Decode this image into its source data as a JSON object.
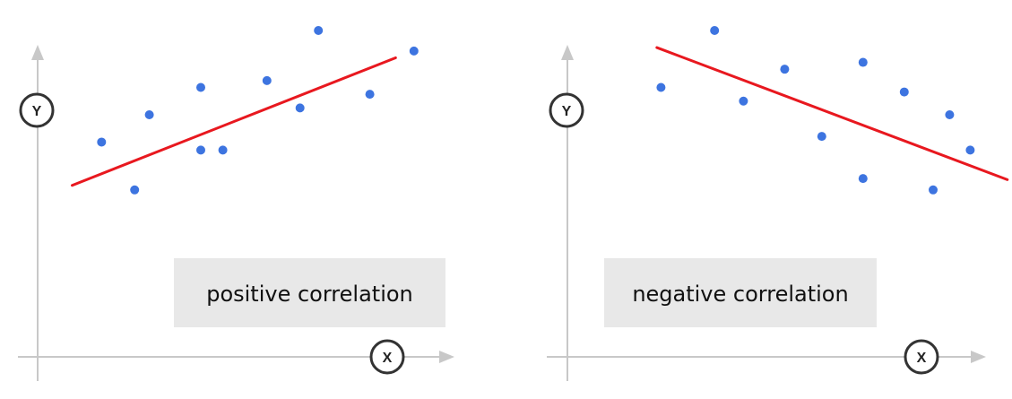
{
  "colors": {
    "points": "#3d74e0",
    "trend": "#e8181f",
    "axis": "#c8c8c8",
    "badge_stroke": "#333333",
    "label_box": "#e8e8e8"
  },
  "chart_data": [
    {
      "type": "scatter",
      "title": "",
      "label": "positive correlation",
      "xlabel": "X",
      "ylabel": "Y",
      "xlim": [
        0,
        10
      ],
      "ylim": [
        0,
        10
      ],
      "grid": false,
      "ticks": false,
      "points": [
        {
          "x": 1.3,
          "y": 5.1
        },
        {
          "x": 2.2,
          "y": 3.0
        },
        {
          "x": 2.6,
          "y": 6.3
        },
        {
          "x": 4.0,
          "y": 7.5
        },
        {
          "x": 4.0,
          "y": 4.75
        },
        {
          "x": 4.6,
          "y": 4.75
        },
        {
          "x": 5.8,
          "y": 7.8
        },
        {
          "x": 6.7,
          "y": 6.6
        },
        {
          "x": 7.2,
          "y": 10.0
        },
        {
          "x": 8.6,
          "y": 7.2
        },
        {
          "x": 9.8,
          "y": 9.1
        }
      ],
      "trend_line": {
        "x": [
          0.5,
          9.3
        ],
        "y": [
          3.2,
          8.8
        ]
      }
    },
    {
      "type": "scatter",
      "title": "",
      "label": "negative correlation",
      "xlabel": "X",
      "ylabel": "Y",
      "xlim": [
        0,
        10
      ],
      "ylim": [
        0,
        10
      ],
      "grid": false,
      "ticks": false,
      "points": [
        {
          "x": 1.9,
          "y": 7.5
        },
        {
          "x": 3.2,
          "y": 10.0
        },
        {
          "x": 3.9,
          "y": 6.9
        },
        {
          "x": 4.9,
          "y": 8.3
        },
        {
          "x": 5.8,
          "y": 5.35
        },
        {
          "x": 6.8,
          "y": 8.6
        },
        {
          "x": 6.8,
          "y": 3.5
        },
        {
          "x": 7.8,
          "y": 7.3
        },
        {
          "x": 8.5,
          "y": 3.0
        },
        {
          "x": 8.9,
          "y": 6.3
        },
        {
          "x": 9.4,
          "y": 4.75
        }
      ],
      "trend_line": {
        "x": [
          1.8,
          10.3
        ],
        "y": [
          9.25,
          3.45
        ]
      }
    }
  ]
}
